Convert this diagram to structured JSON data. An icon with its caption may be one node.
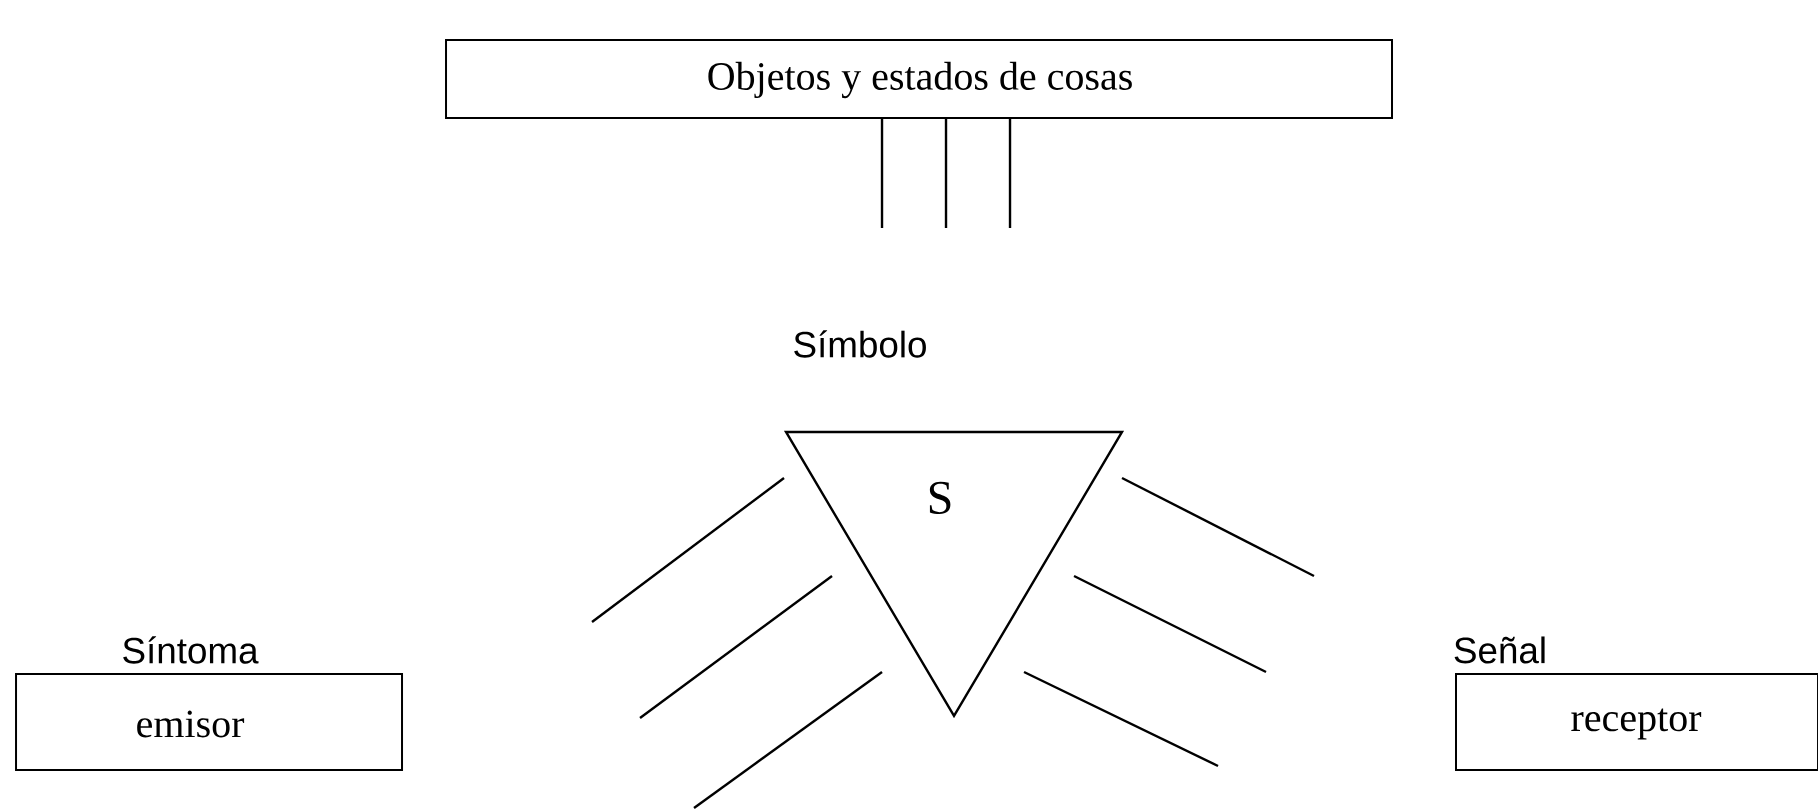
{
  "diagram": {
    "nodes": [
      {
        "text": [
          "Objetos y estados de cosas"
        ]
      },
      {
        "text": [
          "S"
        ],
        "beside": [
          "Símbolo"
        ]
      },
      {
        "text": [
          "emisor"
        ],
        "beside": [
          "Síntoma"
        ]
      },
      {
        "text": [
          "receptor"
        ],
        "beside": [
          "Señal"
        ]
      }
    ]
  }
}
